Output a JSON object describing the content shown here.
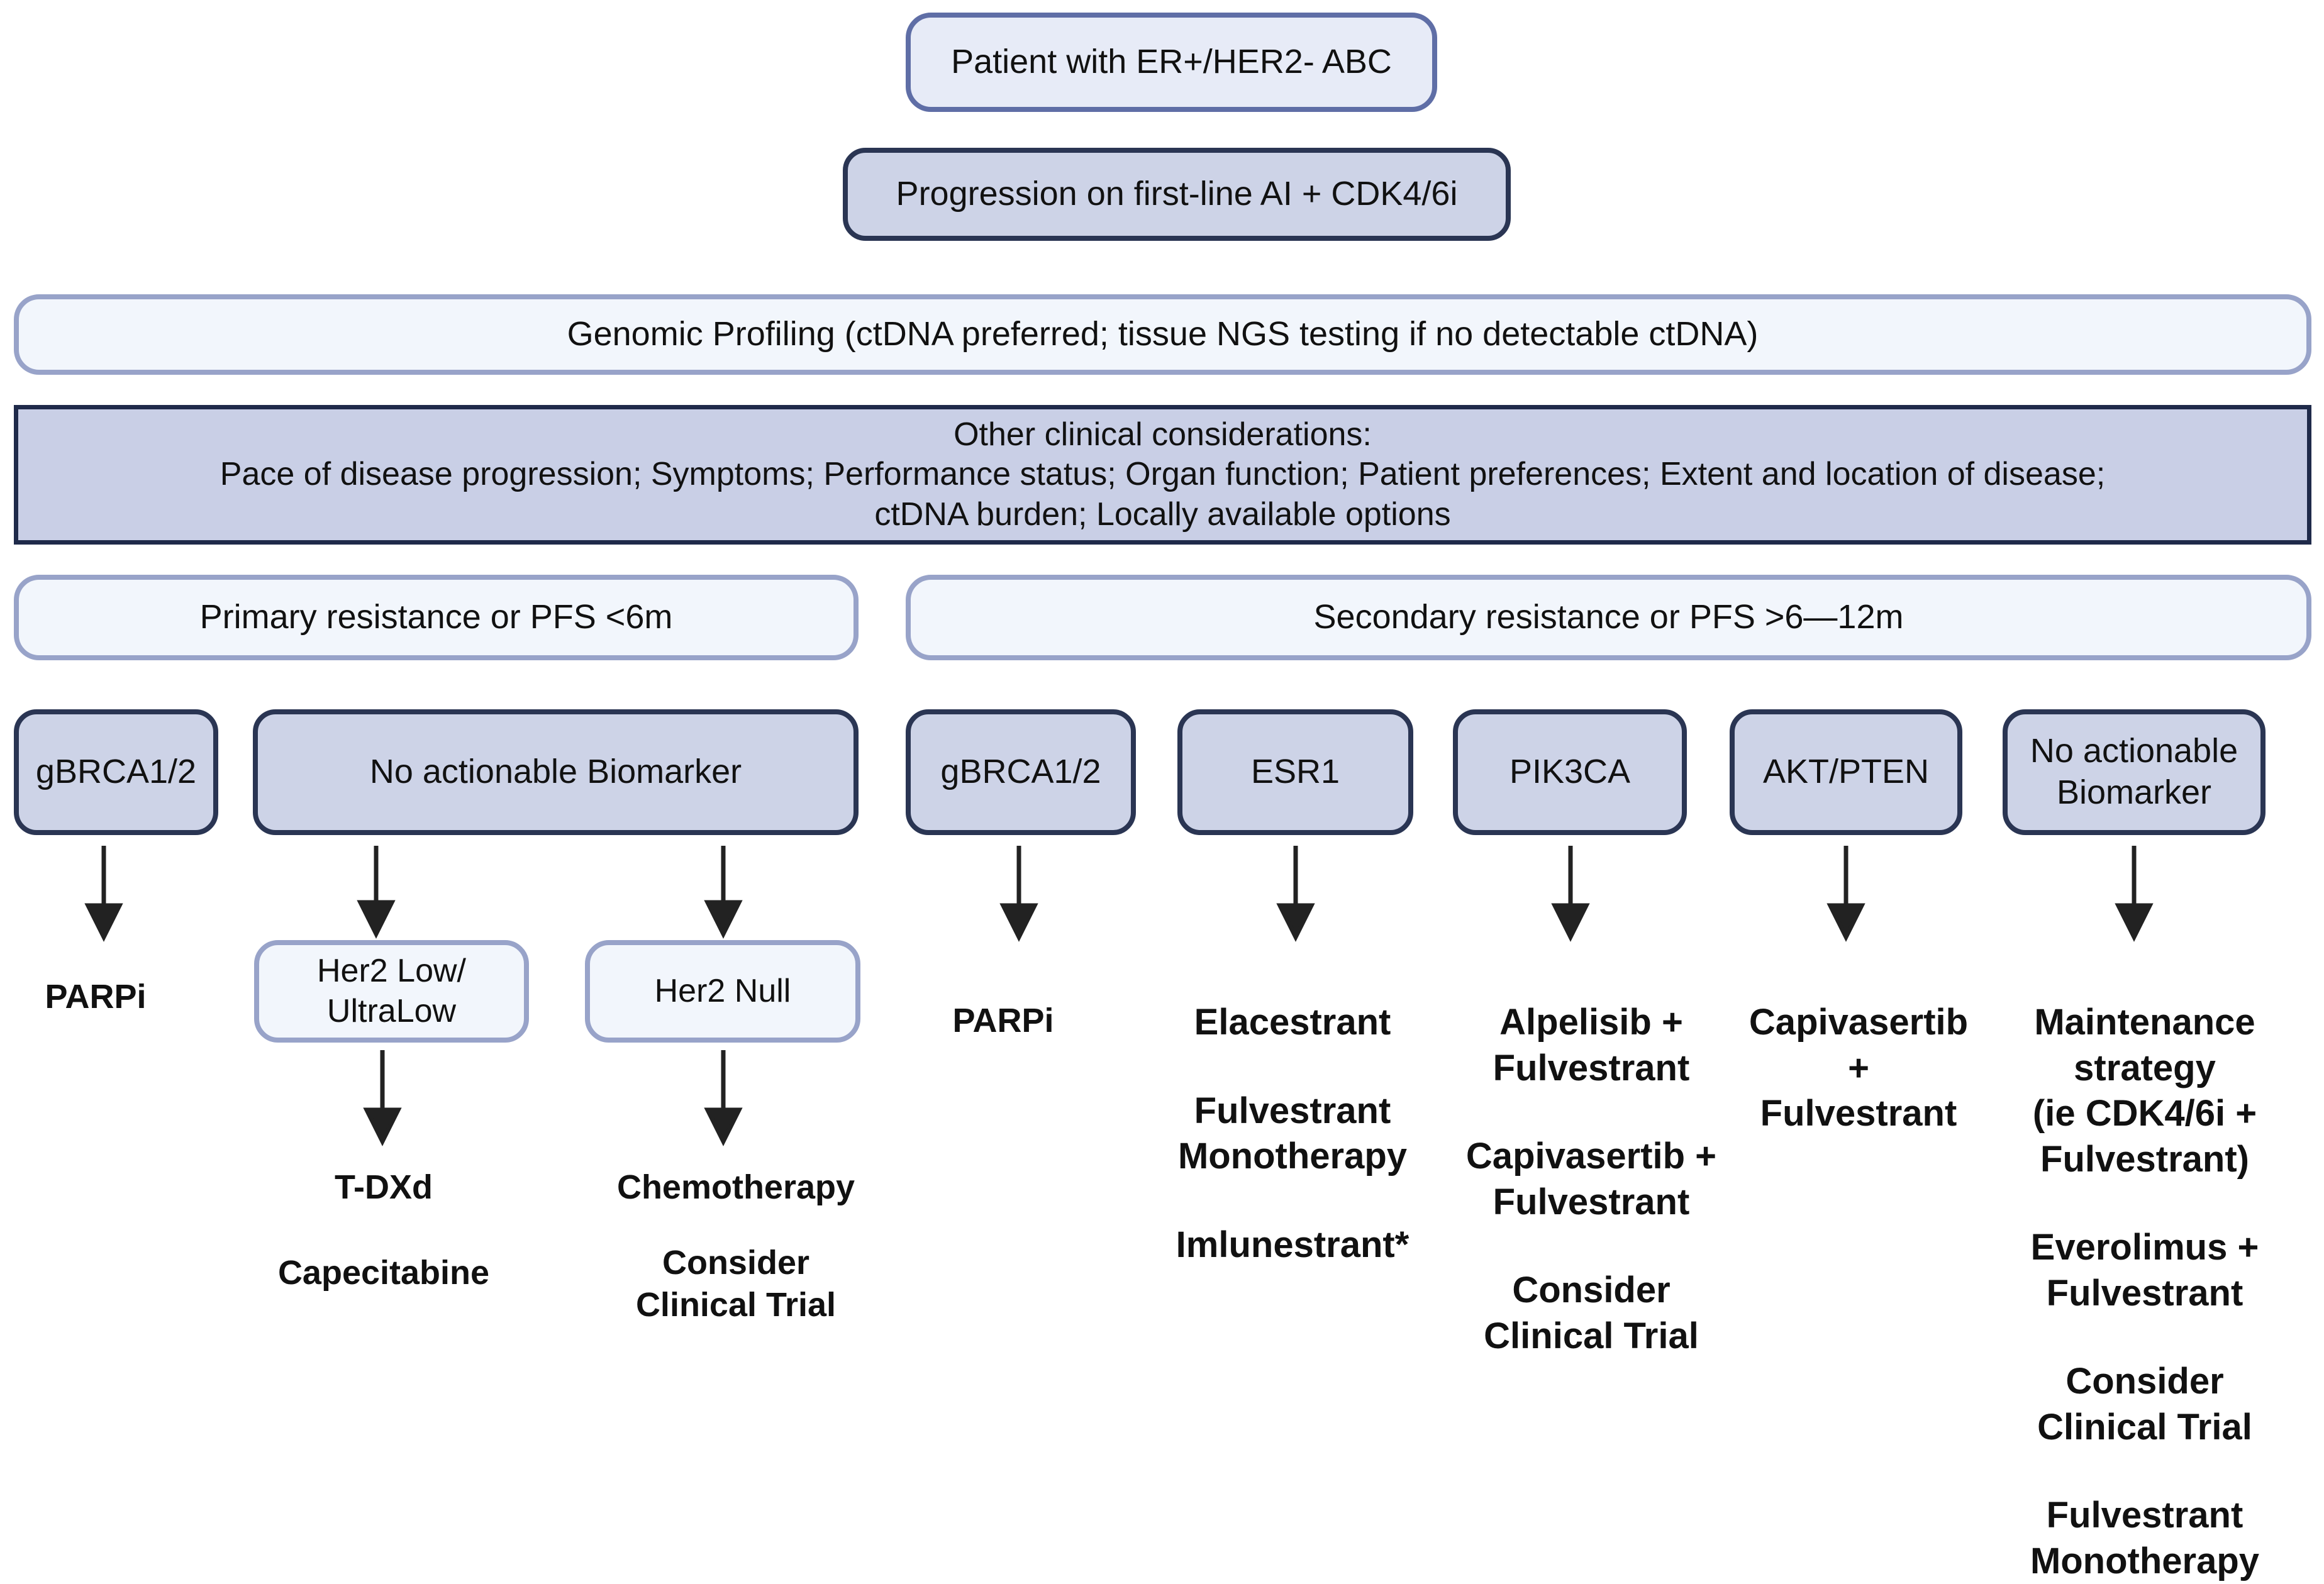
{
  "top": {
    "patient": "Patient with ER+/HER2- ABC",
    "progression": "Progression on first-line AI + CDK4/6i"
  },
  "profiling": "Genomic Profiling (ctDNA preferred; tissue NGS testing if no detectable ctDNA)",
  "considerations": {
    "heading": "Other clinical considerations:",
    "line1": "Pace of disease progression;  Symptoms;  Performance status;  Organ function;  Patient preferences;  Extent and location of disease;",
    "line2": "ctDNA burden;  Locally available options"
  },
  "primary": {
    "label": "Primary resistance or PFS <6m",
    "gbrca": {
      "label": "gBRCA1/2",
      "treatments": [
        "PARPi"
      ]
    },
    "no_biomarker": {
      "label": "No actionable Biomarker",
      "her2_low": {
        "label": "Her2 Low/\nUltraLow",
        "treatments": [
          "T-DXd",
          "Capecitabine"
        ]
      },
      "her2_null": {
        "label": "Her2 Null",
        "treatments": [
          "Chemotherapy",
          "Consider\nClinical Trial"
        ]
      }
    }
  },
  "secondary": {
    "label": "Secondary resistance or PFS >6—12m",
    "gbrca": {
      "label": "gBRCA1/2",
      "treatments": [
        "PARPi"
      ]
    },
    "esr1": {
      "label": "ESR1",
      "treatments": [
        "Elacestrant",
        "Fulvestrant\nMonotherapy",
        "Imlunestrant*"
      ]
    },
    "pik3ca": {
      "label": "PIK3CA",
      "treatments": [
        "Alpelisib +\nFulvestrant",
        "Capivasertib +\nFulvestrant",
        "Consider\nClinical Trial"
      ]
    },
    "akt": {
      "label": "AKT/PTEN",
      "treatments": [
        "Capivasertib\n+\nFulvestrant"
      ]
    },
    "no_biomarker": {
      "label": "No actionable\nBiomarker",
      "treatments": [
        "Maintenance\nstrategy\n(ie CDK4/6i +\nFulvestrant)",
        "Everolimus +\nFulvestrant",
        "Consider\nClinical Trial",
        "Fulvestrant\nMonotherapy"
      ]
    }
  }
}
